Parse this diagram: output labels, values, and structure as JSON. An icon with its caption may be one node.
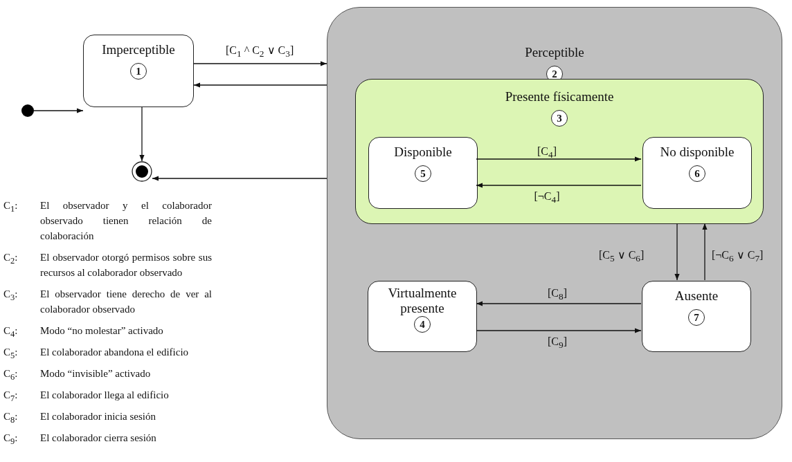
{
  "diagram": {
    "nodes": [
      {
        "text": [],
        "shape": "circle"
      },
      {
        "text": [
          "Imperceptible",
          "1"
        ]
      },
      {
        "text": [],
        "shape": "circle"
      },
      {
        "text": [
          "Perceptible",
          "2"
        ]
      },
      {
        "text": [
          "Presente físicamente",
          "3"
        ],
        "in": 3
      },
      {
        "text": [
          "Disponible",
          "5"
        ],
        "in": 4
      },
      {
        "text": [
          "No disponible",
          "6"
        ],
        "in": 4
      },
      {
        "text": [
          "Virtualmente presente",
          "4"
        ],
        "in": 3
      },
      {
        "text": [
          "Ausente",
          "7"
        ],
        "in": 3
      }
    ],
    "edges": [
      {
        "from": 0,
        "to": 1,
        "arrow": "to"
      },
      {
        "from": 1,
        "to": 3,
        "arrow": "to",
        "label": "[C$_{1}$ ^ C$_{2}$ ∨ C$_{3}$]"
      },
      {
        "from": 3,
        "to": 1,
        "arrow": "to"
      },
      {
        "from": 1,
        "to": 2,
        "arrow": "to"
      },
      {
        "from": 3,
        "to": 2,
        "arrow": "to"
      },
      {
        "from": 5,
        "to": 6,
        "arrow": "to",
        "label": "[C$_{4}$]"
      },
      {
        "from": 6,
        "to": 5,
        "arrow": "to",
        "label": "[¬C$_{4}$]"
      },
      {
        "from": 4,
        "to": 8,
        "arrow": "to",
        "label": "[C$_{5}$ ∨ C$_{6}$]"
      },
      {
        "from": 8,
        "to": 4,
        "arrow": "to",
        "label": "[¬C$_{6}$ ∨ C$_{7}$]"
      },
      {
        "from": 8,
        "to": 7,
        "arrow": "to",
        "label": "[C$_{8}$]"
      },
      {
        "from": 7,
        "to": 8,
        "arrow": "to",
        "label": "[C$_{9}$]"
      }
    ],
    "labels": [
      "C$_{1}$:",
      "El observador y el colaborador observado tienen relación de colaboración",
      "C$_{2}$:",
      "El observador otorgó permisos sobre sus recursos al colaborador observado",
      "C$_{3}$:",
      "El observador tiene derecho de ver al colaborador observado",
      "C$_{4}$:",
      "Modo “no molestar” activado",
      "C$_{5}$:",
      "El colaborador abandona el edificio",
      "C$_{6}$:",
      "Modo “invisible” activado",
      "C$_{7}$:",
      "El colaborador llega al edificio",
      "C$_{8}$:",
      "El colaborador inicia sesión",
      "C$_{9}$:",
      "El colaborador cierra sesión"
    ]
  }
}
